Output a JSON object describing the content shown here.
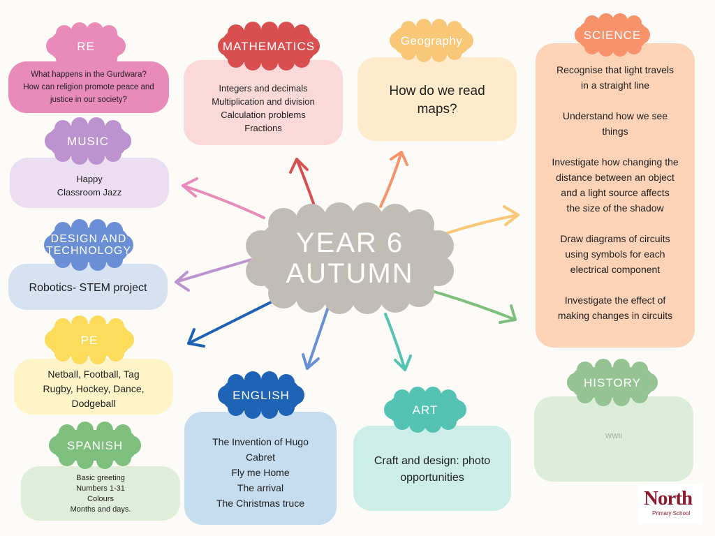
{
  "center": {
    "line1": "YEAR 6",
    "line2": "AUTUMN"
  },
  "topics": {
    "re": {
      "title": "RE",
      "lines": [
        "What happens in the Gurdwara?",
        "How can religion promote peace and",
        "justice in our society?"
      ]
    },
    "mathematics": {
      "title": "MATHEMATICS",
      "lines": [
        "Integers and decimals",
        "Multiplication and division",
        "Calculation problems",
        "Fractions"
      ]
    },
    "geography": {
      "title": "Geography",
      "lines": [
        "How do we read",
        "maps?"
      ]
    },
    "science": {
      "title": "SCIENCE",
      "lines": [
        "Recognise that light travels",
        "in a straight line",
        "",
        "Understand how we see",
        "things",
        "",
        "Investigate how changing the",
        "distance between an object",
        "and a light source affects",
        "the size of the shadow",
        "",
        "Draw diagrams of circuits",
        "using symbols for each",
        "electrical component",
        "",
        "Investigate the effect of",
        "making changes in circuits"
      ]
    },
    "music": {
      "title": "MUSIC",
      "lines": [
        "Happy",
        "Classroom Jazz"
      ]
    },
    "design_technology": {
      "title_line1": "DESIGN AND",
      "title_line2": "TECHNOLOGY",
      "lines": [
        "Robotics- STEM project"
      ]
    },
    "pe": {
      "title": "PE",
      "lines": [
        "Netball, Football, Tag",
        "Rugby, Hockey, Dance,",
        "Dodgeball"
      ]
    },
    "spanish": {
      "title": "SPANISH",
      "lines": [
        "Basic greeting",
        "Numbers 1-31",
        "Colours",
        "Months and days."
      ]
    },
    "english": {
      "title": "ENGLISH",
      "lines": [
        "The Invention of Hugo",
        "Cabret",
        "Fly me Home",
        "The arrival",
        "The Christmas truce"
      ]
    },
    "art": {
      "title": "ART",
      "lines": [
        "Craft and design: photo",
        "opportunities"
      ]
    },
    "history": {
      "title": "HISTORY",
      "lines": [
        "WWII"
      ]
    }
  },
  "logo": {
    "name": "North",
    "subtitle": "Primary School"
  },
  "colors": {
    "re": "#e98bb9",
    "re_box": "#e98bb9",
    "math": "#d94f4f",
    "math_box": "#fbd9d9",
    "geo": "#f8c777",
    "geo_box": "#fdebcc",
    "science": "#f7926a",
    "science_box": "#fdd3b8",
    "music": "#bc93cf",
    "music_box": "#ebdef0",
    "dt": "#6a8fd6",
    "dt_box": "#d6e2f1",
    "pe": "#fddc5c",
    "pe_box": "#fef4c7",
    "spanish": "#7ebf7e",
    "spanish_box": "#dfeed8",
    "english": "#1f63b6",
    "english_box": "#c6dcef",
    "art": "#55c3b3",
    "art_box": "#cdede9",
    "history": "#95c394",
    "history_box": "#dceed9",
    "center": "#c2bcb7"
  }
}
